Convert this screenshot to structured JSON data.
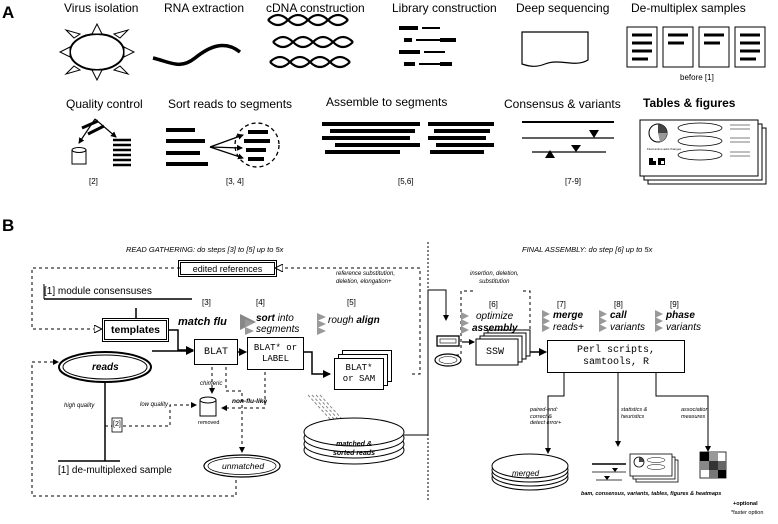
{
  "panel_a": {
    "letter": "A",
    "steps": {
      "virus_isolation": "Virus isolation",
      "rna_extraction": "RNA extraction",
      "cdna_construction": "cDNA construction",
      "library_construction": "Library construction",
      "deep_sequencing": "Deep sequencing",
      "demultiplex": "De-multiplex samples",
      "quality_control": "Quality control",
      "sort_reads": "Sort reads to segments",
      "assemble": "Assemble to segments",
      "consensus": "Consensus & variants",
      "tables": "Tables & figures"
    },
    "refs": {
      "demux": "before [1]",
      "qc": "[2]",
      "sort": "[3, 4]",
      "assemble": "[5,6]",
      "consensus": "[7-9]"
    },
    "thumb_text": "Final amino acid changes"
  },
  "panel_b": {
    "letter": "B",
    "read_gathering": "READ GATHERING: do steps [3] to [5] up to 5x",
    "final_assembly": "FINAL ASSEMBLY: do step [6] up to 5x",
    "edited_references": "edited references",
    "module_consensuses": "[1] module consensuses",
    "templates": "templates",
    "reads": "reads",
    "demux_sample": "[1] de-multiplexed sample",
    "unmatched": "unmatched",
    "removed": "removed",
    "chimeric": "chimeric",
    "high_quality": "high quality",
    "low_quality": "low quality",
    "non_flu": "non-flu-like",
    "qc_ref": "[2]",
    "step3": {
      "num": "[3]",
      "title": "match flu",
      "tool": "BLAT"
    },
    "step4": {
      "num": "[4]",
      "title_b": "sort",
      "title_rest": " into",
      "title_2": "segments",
      "tool_1": "BLAT* or",
      "tool_2": "LABEL"
    },
    "step5": {
      "num": "[5]",
      "title_pre": "rough ",
      "title_b": "align",
      "tool_1": "BLAT*",
      "tool_2": "or SAM"
    },
    "matched_reads_1": "matched &",
    "matched_reads_2": "sorted reads",
    "ref_substitution_1": "reference substitution,",
    "ref_substitution_2": "deletion, elongation+",
    "insertion_1": "insertion, deletion,",
    "insertion_2": "substitution",
    "step6": {
      "num": "[6]",
      "title_1": "optimize",
      "title_2": "assembly",
      "tool": "SSW"
    },
    "step7": {
      "num": "[7]",
      "title_b": "merge",
      "title_2": "reads+"
    },
    "step8": {
      "num": "[8]",
      "title_b": "call",
      "title_2": "variants"
    },
    "step9": {
      "num": "[9]",
      "title_b": "phase",
      "title_2": "variants"
    },
    "tools_1": "Perl scripts,",
    "tools_2": "samtools, R",
    "paired_end_1": "paired-end:",
    "paired_end_2": "correct &",
    "paired_end_3": "detect error+",
    "stats_1": "statistics &",
    "stats_2": "heuristics",
    "assoc_1": "association",
    "assoc_2": "measures",
    "merged": "merged",
    "outputs": "bam, consensus, variants, tables, figures & heatmaps",
    "legend_optional": "+optional",
    "legend_faster": "*faster option"
  }
}
